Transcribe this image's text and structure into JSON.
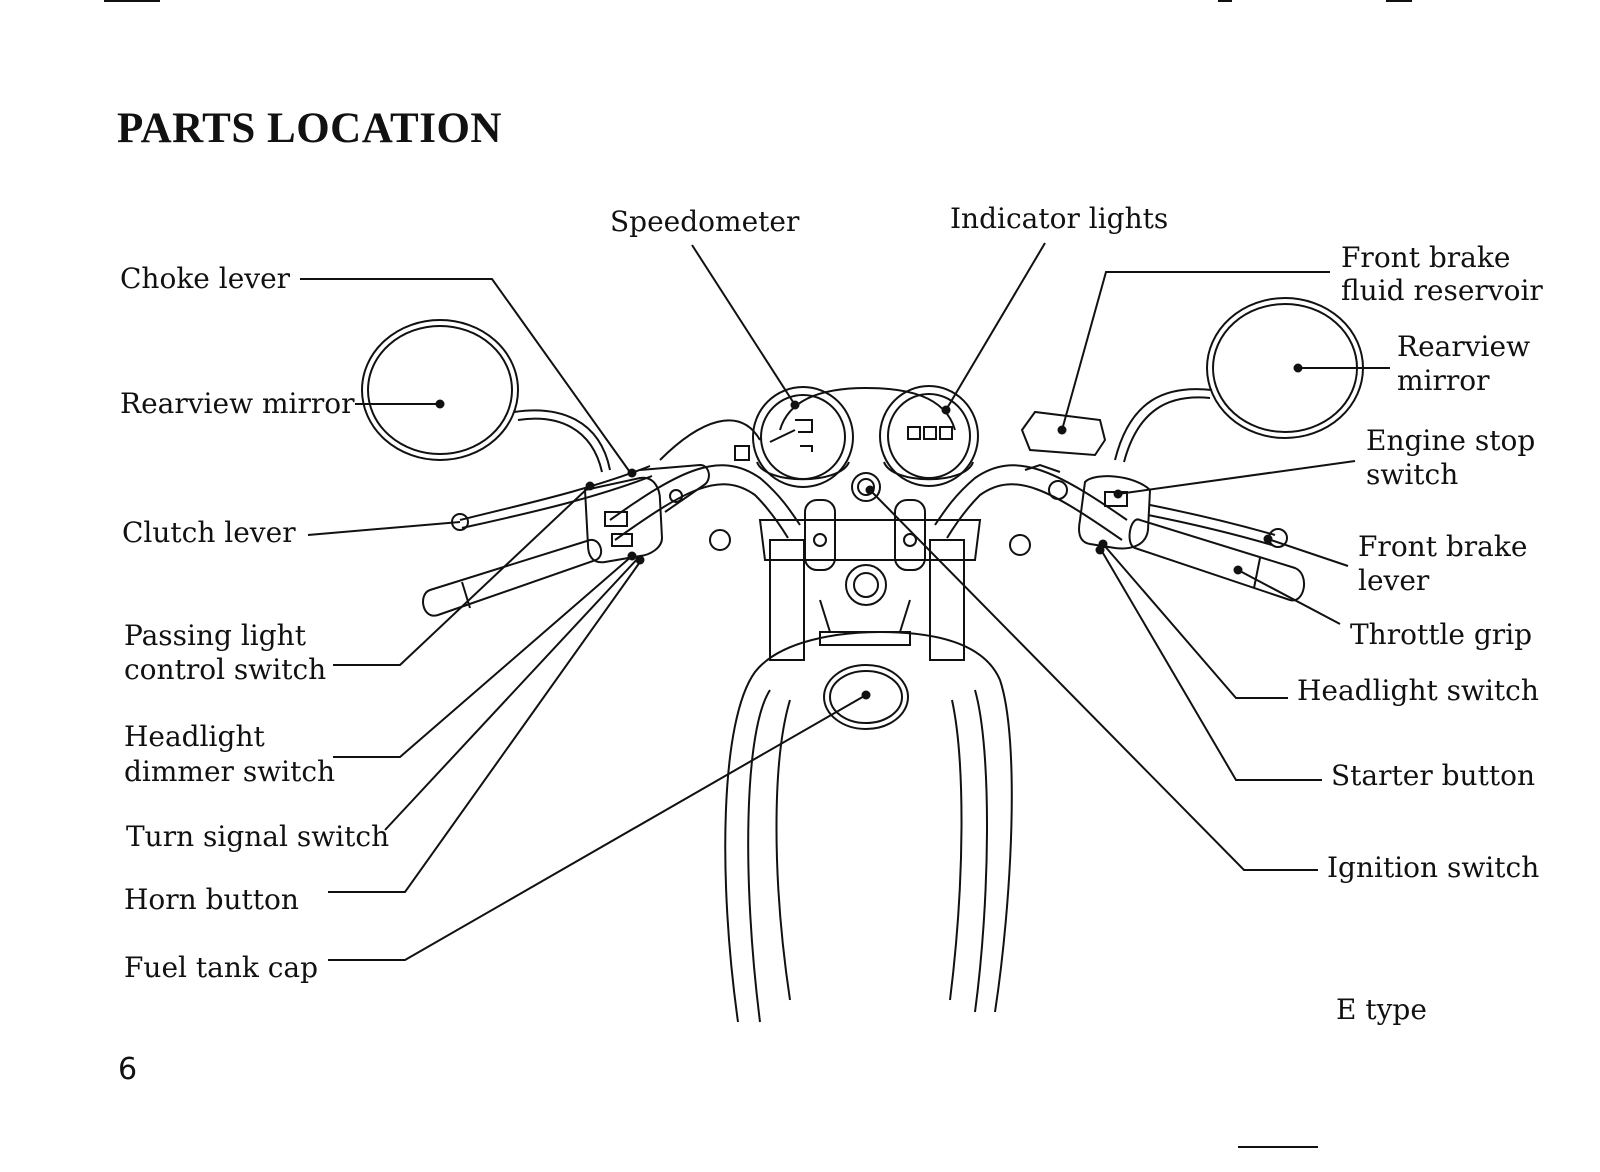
{
  "page": {
    "title": "PARTS LOCATION",
    "page_number": "6",
    "model_note": "E type"
  },
  "labels": {
    "choke_lever": "Choke lever",
    "rearview_mirror_left": "Rearview mirror",
    "clutch_lever": "Clutch lever",
    "passing_light_1": "Passing light",
    "passing_light_2": "control switch",
    "headlight_dimmer_1": "Headlight",
    "headlight_dimmer_2": "dimmer switch",
    "turn_signal_switch": "Turn signal switch",
    "horn_button": "Horn button",
    "fuel_tank_cap": "Fuel tank cap",
    "speedometer": "Speedometer",
    "indicator_lights": "Indicator lights",
    "front_brake_fluid_1": "Front brake",
    "front_brake_fluid_2": "fluid reservoir",
    "rearview_mirror_right_1": "Rearview",
    "rearview_mirror_right_2": "mirror",
    "engine_stop_1": "Engine stop",
    "engine_stop_2": "switch",
    "front_brake_lever_1": "Front brake",
    "front_brake_lever_2": "lever",
    "throttle_grip": "Throttle grip",
    "headlight_switch": "Headlight switch",
    "starter_button": "Starter button",
    "ignition_switch": "Ignition switch"
  }
}
